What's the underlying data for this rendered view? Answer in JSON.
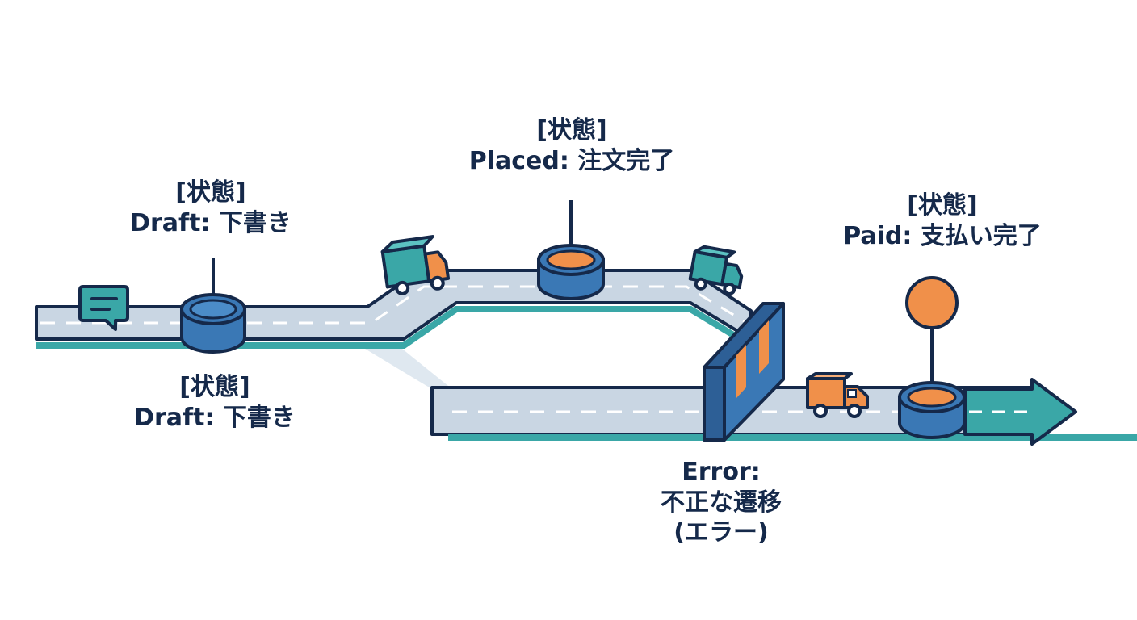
{
  "states": {
    "draft_top": {
      "tag": "[状態]",
      "text": "Draft: 下書き"
    },
    "draft_bottom": {
      "tag": "[状態]",
      "text": "Draft: 下書き"
    },
    "placed": {
      "tag": "[状態]",
      "text": "Placed: 注文完了"
    },
    "paid": {
      "tag": "[状態]",
      "text": "Paid: 支払い完了"
    }
  },
  "error": {
    "line1": "Error:",
    "line2": "不正な遷移",
    "line3": "(エラー)"
  },
  "colors": {
    "road": "#c9d6e3",
    "outline": "#15294a",
    "blue": "#3a78b5",
    "teal": "#3aa7a7",
    "orange": "#f0904a"
  }
}
